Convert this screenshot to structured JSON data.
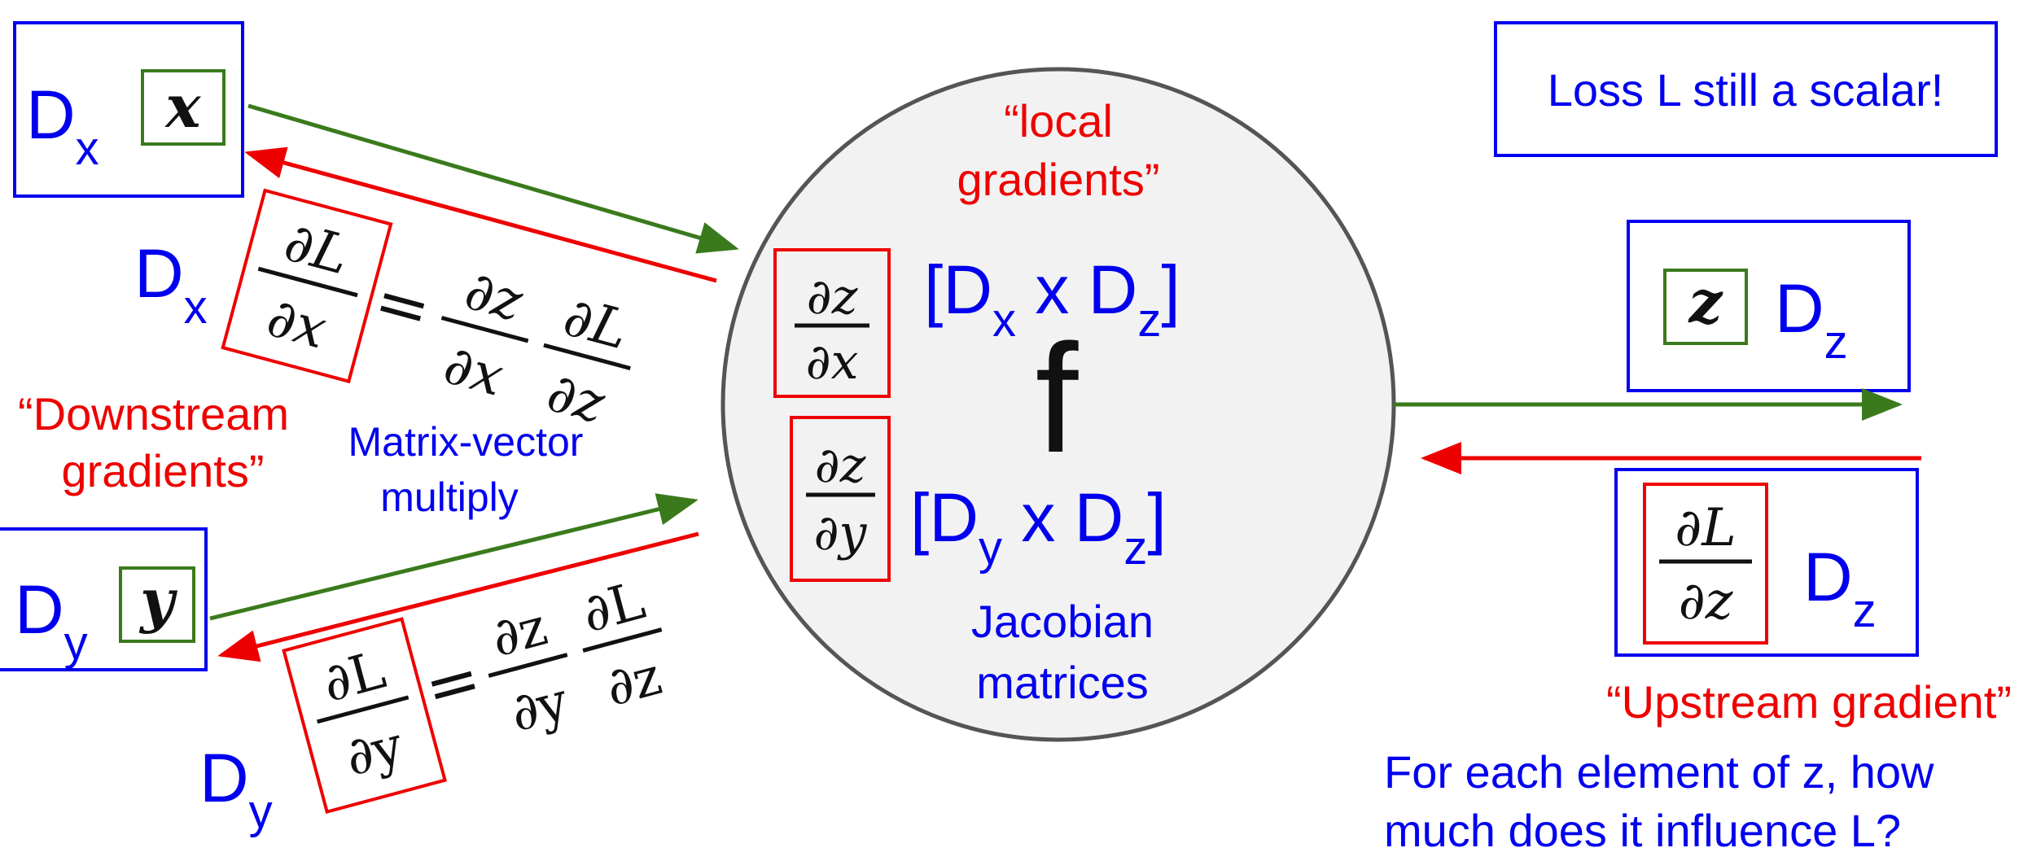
{
  "colors": {
    "blue": "#0000ee",
    "red": "#ee0000",
    "green": "#3a7a1c",
    "circle_fill": "#f2f2f2",
    "circle_stroke": "#555555",
    "black": "#111111"
  },
  "node": {
    "function_symbol": "f",
    "local_label_line1": "“local",
    "local_label_line2": "gradients”",
    "jac_x_label": {
      "open": "[D",
      "sub1": "x",
      "mid": " x D",
      "sub2": "z",
      "close": "]"
    },
    "jac_y_label": {
      "open": "[D",
      "sub1": "y",
      "mid": " x D",
      "sub2": "z",
      "close": "]"
    },
    "jacobian_line1": "Jacobian",
    "jacobian_line2": "matrices",
    "dzdx": {
      "num": "∂z",
      "den": "∂x"
    },
    "dzdy": {
      "num": "∂z",
      "den": "∂y"
    }
  },
  "input_x": {
    "D": "D",
    "sub": "x",
    "var": "x"
  },
  "input_y": {
    "D": "D",
    "sub": "y",
    "var": "y"
  },
  "output_z": {
    "D": "D",
    "sub": "z",
    "var": "z"
  },
  "upstream_box": {
    "num": "∂L",
    "den": "∂z",
    "D": "D",
    "sub": "z"
  },
  "downstream_x": {
    "D": "D",
    "sub": "x",
    "lhs_num": "∂L",
    "lhs_den": "∂x",
    "eq": "=",
    "r1_num": "∂z",
    "r1_den": "∂x",
    "r2_num": "∂L",
    "r2_den": "∂z"
  },
  "downstream_y": {
    "D": "D",
    "sub": "y",
    "lhs_num": "∂L",
    "lhs_den": "∂y",
    "eq": "=",
    "r1_num": "∂z",
    "r1_den": "∂y",
    "r2_num": "∂L",
    "r2_den": "∂z"
  },
  "labels": {
    "downstream_line1": "“Downstream",
    "downstream_line2": "gradients”",
    "matvec_line1": "Matrix-vector",
    "matvec_line2": "multiply",
    "loss_scalar": "Loss L still a scalar!",
    "upstream": "“Upstream gradient”",
    "question_line1": "For each element of z, how",
    "question_line2": "much does it influence L?"
  }
}
